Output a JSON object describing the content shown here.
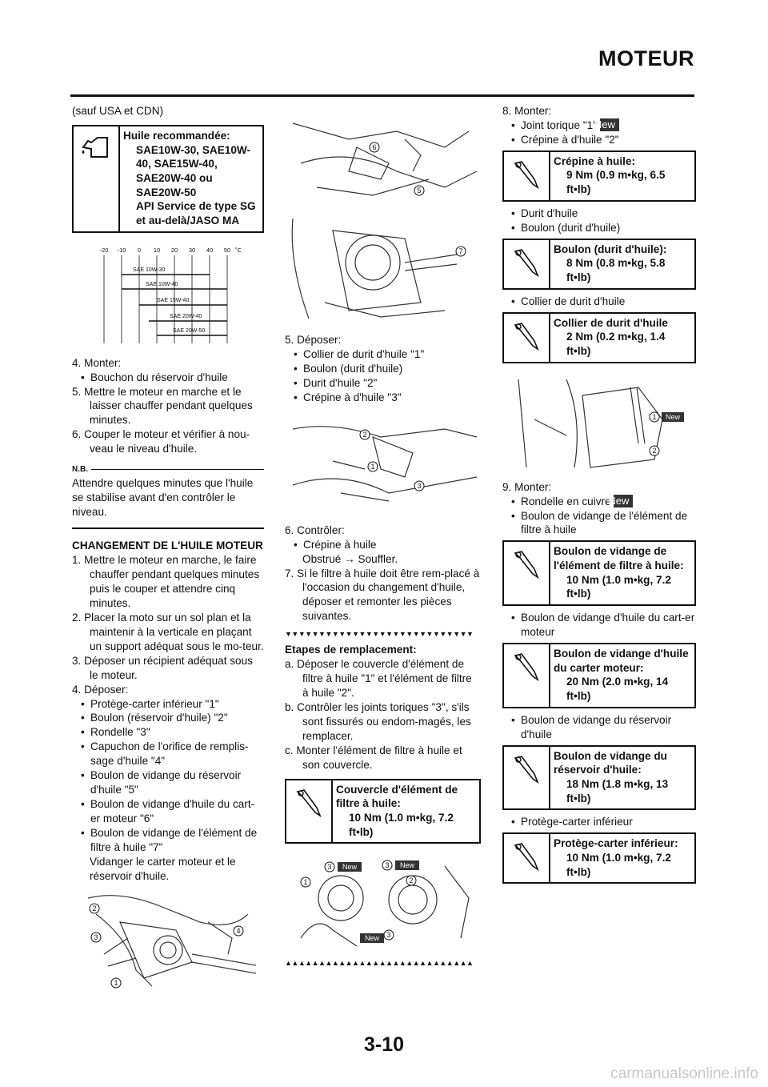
{
  "header": {
    "title": "MOTEUR"
  },
  "page_number": "3-10",
  "watermark": "carmanualsonline.info",
  "col1": {
    "intro": "(sauf USA et CDN)",
    "oil_spec": {
      "title": "Huile recommandée:",
      "values": [
        "SAE10W-30, SAE10W-",
        "40, SAE15W-40,",
        "SAE20W-40 ou",
        "SAE20W-50",
        "API Service de type SG",
        "et au-delà/JASO MA"
      ]
    },
    "chart": {
      "ticks": [
        "-20",
        "-10",
        "0",
        "10",
        "20",
        "30",
        "40",
        "50",
        "˚C"
      ],
      "grades": [
        "SAE 10W-30",
        "SAE 10W-40",
        "SAE 15W-40",
        "SAE 20W-40",
        "SAE 20W-50"
      ]
    },
    "steps_a": [
      {
        "t": "hang",
        "text": "4. Monter:"
      },
      {
        "t": "bul",
        "text": "Bouchon du réservoir d'huile"
      },
      {
        "t": "hang",
        "text": "5. Mettre le moteur en marche et le laisser chauffer pendant quelques minutes."
      },
      {
        "t": "hang",
        "text": "6. Couper le moteur et vérifier à nou-veau le niveau d'huile."
      }
    ],
    "nb_label": "N.B.",
    "nb_text": "Attendre quelques minutes que l'huile se stabilise avant d'en contrôler le niveau.",
    "section_title": "CHANGEMENT DE L'HUILE MOTEUR",
    "steps_b": [
      {
        "t": "hang",
        "text": "1. Mettre le moteur en marche, le faire chauffer pendant quelques minutes puis le couper et attendre cinq minutes."
      },
      {
        "t": "hang",
        "text": "2. Placer la moto sur un sol plan et la maintenir à la verticale en plaçant un support adéquat sous le mo-teur."
      },
      {
        "t": "hang",
        "text": "3. Déposer un récipient adéquat sous le moteur."
      },
      {
        "t": "hang",
        "text": "4. Déposer:"
      },
      {
        "t": "bul",
        "text": "Protège-carter inférieur \"1\""
      },
      {
        "t": "bul",
        "text": "Boulon (réservoir d'huile) \"2\""
      },
      {
        "t": "bul",
        "text": "Rondelle \"3\""
      },
      {
        "t": "bul",
        "text": "Capuchon de l'orifice de remplis-sage d'huile \"4\""
      },
      {
        "t": "bul",
        "text": "Boulon de vidange du réservoir d'huile \"5\""
      },
      {
        "t": "bul",
        "text": "Boulon de vidange d'huile du cart-er moteur \"6\""
      },
      {
        "t": "bul",
        "text": "Boulon de vidange de l'élément de filtre à huile \"7\""
      },
      {
        "t": "ind",
        "text": "Vidanger le carter moteur et le réservoir d'huile."
      }
    ],
    "fig_labels": [
      "2",
      "3",
      "4",
      "1"
    ]
  },
  "col2": {
    "fig1_labels": [
      "6",
      "5"
    ],
    "fig2_labels": [
      "7"
    ],
    "steps_a": [
      {
        "t": "hang",
        "text": "5. Déposer:"
      },
      {
        "t": "bul",
        "text": "Collier de durit d'huile \"1\""
      },
      {
        "t": "bul",
        "text": "Boulon (durit d'huile)"
      },
      {
        "t": "bul",
        "text": "Durit d'huile \"2\""
      },
      {
        "t": "bul",
        "text": "Crépine à d'huile \"3\""
      }
    ],
    "fig3_labels": [
      "2",
      "1",
      "3"
    ],
    "steps_b": [
      {
        "t": "hang",
        "text": "6. Contrôler:"
      },
      {
        "t": "bul",
        "text": "Crépine à huile"
      },
      {
        "t": "ind",
        "text": "Obstrué → Souffler."
      },
      {
        "t": "hang",
        "text": "7. Si le filtre à huile doit être rem-placé à l'occasion du changement d'huile, déposer et remonter les pièces suivantes."
      }
    ],
    "tri_down": "▼▼▼▼▼▼▼▼▼▼▼▼▼▼▼▼▼▼▼▼▼▼▼▼▼▼▼▼",
    "sub_title": "Etapes de remplacement:",
    "steps_c": [
      {
        "t": "hang",
        "text": "a. Déposer le couvercle d'élément de filtre à huile \"1\" et l'élément de filtre à huile \"2\"."
      },
      {
        "t": "hang",
        "text": "b. Contrôler les joints toriques \"3\", s'ils sont fissurés ou endom-magés, les remplacer."
      },
      {
        "t": "hang",
        "text": "c. Monter l'élément de filtre à huile et son couvercle."
      }
    ],
    "spec": {
      "title": "Couvercle d'élément de filtre à huile:",
      "value": "10 Nm (1.0 m•kg, 7.2 ft•lb)"
    },
    "fig4_labels": [
      "3",
      "1",
      "3",
      "2",
      "3"
    ],
    "fig4_new": "New",
    "tri_up": "▲▲▲▲▲▲▲▲▲▲▲▲▲▲▲▲▲▲▲▲▲▲▲▲▲▲▲▲"
  },
  "col3": {
    "step8": "8. Monter:",
    "step8_item1": "Joint torique \"1\"",
    "new_badge": "New",
    "step8_item2": "Crépine à d'huile \"2\"",
    "spec1": {
      "title": "Crépine à huile:",
      "value": "9 Nm (0.9 m•kg, 6.5 ft•lb)"
    },
    "item_durit": "Durit d'huile",
    "item_boulon": "Boulon (durit d'huile)",
    "spec2": {
      "title": "Boulon (durit d'huile):",
      "value": "8 Nm (0.8 m•kg, 5.8 ft•lb)"
    },
    "item_collier": "Collier de durit d'huile",
    "spec3": {
      "title": "Collier de durit d'huile",
      "value": "2 Nm (0.2 m•kg, 1.4 ft•lb)"
    },
    "fig_labels": [
      "1",
      "2"
    ],
    "step9": "9. Monter:",
    "step9_item1": "Rondelle en cuivre",
    "step9_item2": "Boulon de vidange de l'élément de filtre à huile",
    "spec4": {
      "title": "Boulon de vidange de l'élément de filtre à huile:",
      "value": "10 Nm (1.0 m•kg, 7.2 ft•lb)"
    },
    "item_vid_carter": "Boulon de vidange d'huile du cart-er moteur",
    "spec5": {
      "title": "Boulon de vidange d'huile du carter moteur:",
      "value": "20 Nm (2.0 m•kg, 14 ft•lb)"
    },
    "item_vid_res": "Boulon de vidange du réservoir d'huile",
    "spec6": {
      "title": "Boulon de vidange du réservoir d'huile:",
      "value": "18 Nm (1.8 m•kg, 13 ft•lb)"
    },
    "item_protege": "Protège-carter inférieur",
    "spec7": {
      "title": "Protège-carter inférieur:",
      "value": "10 Nm (1.0 m•kg, 7.2 ft•lb)"
    }
  }
}
